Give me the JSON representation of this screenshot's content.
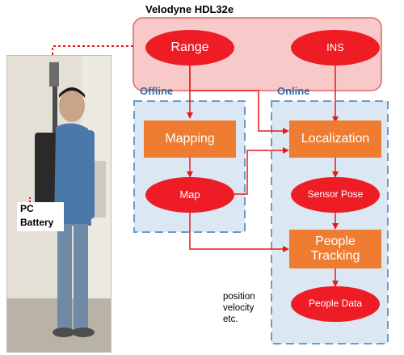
{
  "diagram": {
    "title": "Velodyne HDL32e",
    "regions": {
      "offline": "Offline",
      "online": "Online"
    },
    "nodes": {
      "range": "Range",
      "ins": "INS",
      "mapping": "Mapping",
      "map": "Map",
      "localization": "Localization",
      "sensor_pose": "Sensor Pose",
      "people_tracking_line1": "People",
      "people_tracking_line2": "Tracking",
      "people_data": "People Data"
    },
    "output_annotation": [
      "position",
      "velocity",
      "etc."
    ],
    "photo_labels": [
      "PC",
      "Battery"
    ]
  },
  "colors": {
    "sensor_panel_fill": "#f8c9c9",
    "sensor_panel_border": "#e06666",
    "ellipse_fill": "#ee1c25",
    "box_fill": "#ee7d31",
    "region_fill": "#dbe8f4",
    "region_border": "#6c9bc9",
    "arrow": "#e51b1b"
  }
}
